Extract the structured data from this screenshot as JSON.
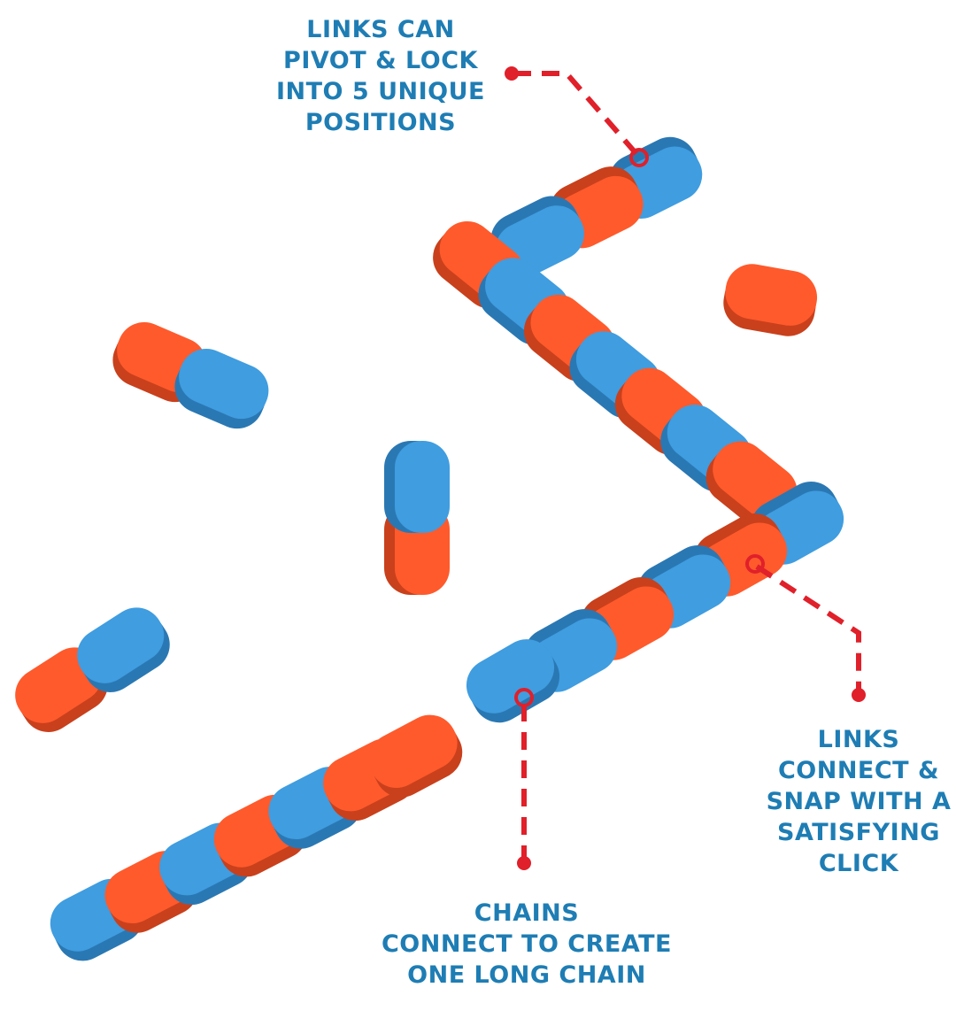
{
  "callouts": {
    "pivot": "LINKS CAN\nPIVOT & LOCK\nINTO 5 UNIQUE\nPOSITIONS",
    "snap": "LINKS\nCONNECT &\nSNAP WITH A\nSATISFYING\nCLICK",
    "chains": "CHAINS\nCONNECT TO CREATE\nONE LONG CHAIN"
  },
  "colors": {
    "text": "#1e7db4",
    "accent": "#e0202a",
    "orange": "#ff5a2c",
    "blue": "#3f9de0"
  }
}
